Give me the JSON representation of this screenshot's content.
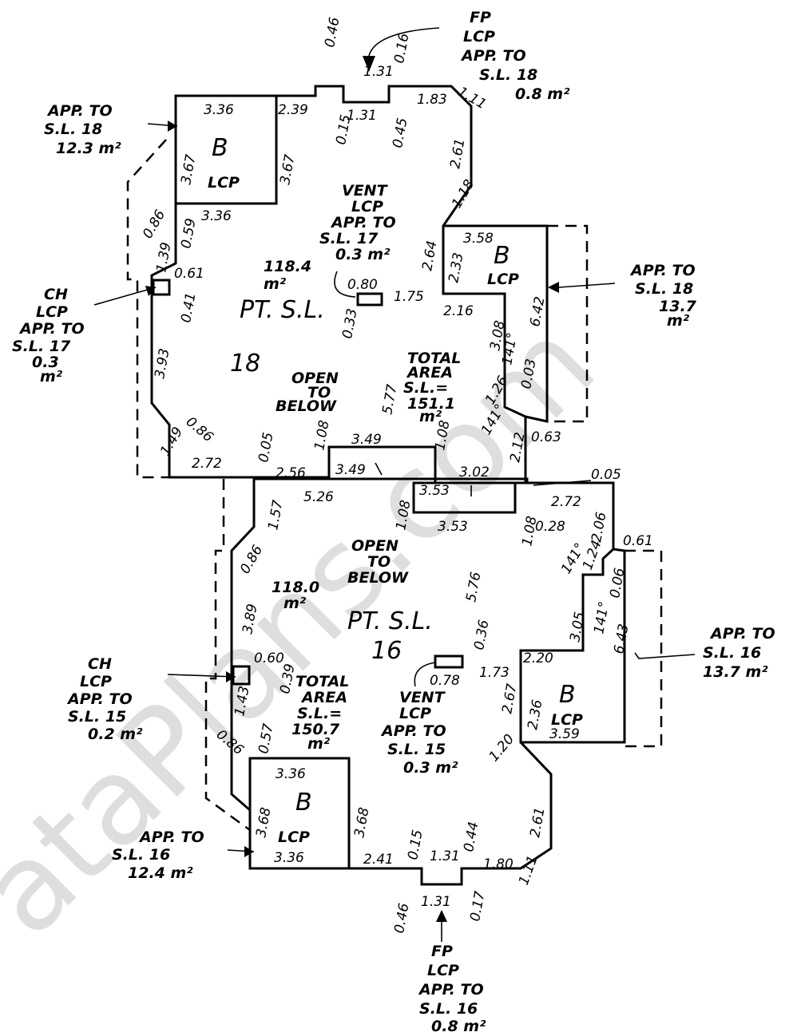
{
  "watermark": "ataPlans.com",
  "upper": {
    "level": "PT. S.L.",
    "lot": "18",
    "area_line1": "118.4",
    "area_line2": "m²",
    "total_line1": "TOTAL",
    "total_line2": "AREA",
    "total_line3": "S.L.=",
    "total_line4": "151.1",
    "total_line5": "m²",
    "open_line1": "OPEN",
    "open_line2": "TO",
    "open_line3": "BELOW",
    "cp_b": "B",
    "cp_lcp": "LCP",
    "ch_lcp": [
      "CH",
      "LCP",
      "APP. TO",
      "S.L. 17",
      "0.3",
      "m²"
    ],
    "fp_lcp": [
      "FP",
      "LCP",
      "APP. TO",
      "S.L. 18",
      "0.8 m²"
    ],
    "court_left": [
      "APP. TO",
      "S.L. 18",
      "12.3 m²"
    ],
    "court_right": [
      "APP. TO",
      "S.L. 18",
      "13.7",
      "m²"
    ],
    "vent": [
      "VENT",
      "LCP",
      "APP. TO",
      "S.L. 17",
      "0.3 m²"
    ]
  },
  "lower": {
    "level": "PT. S.L.",
    "lot": "16",
    "area_line1": "118.0",
    "area_line2": "m²",
    "total_line1": "TOTAL",
    "total_line2": "AREA",
    "total_line3": "S.L.=",
    "total_line4": "150.7",
    "total_line5": "m²",
    "open_line1": "OPEN",
    "open_line2": "TO",
    "open_line3": "BELOW",
    "cp_b": "B",
    "cp_lcp": "LCP",
    "ch_lcp": [
      "CH",
      "LCP",
      "APP. TO",
      "S.L. 15",
      "0.2 m²"
    ],
    "fp_lcp": [
      "FP",
      "LCP",
      "APP. TO",
      "S.L. 16",
      "0.8 m²"
    ],
    "court_left": [
      "APP. TO",
      "S.L. 16",
      "12.4 m²"
    ],
    "court_right": [
      "APP. TO",
      "S.L. 16",
      "13.7 m²"
    ],
    "vent": [
      "VENT",
      "LCP",
      "APP. TO",
      "S.L. 15",
      "0.3 m²"
    ]
  },
  "dims_upper": {
    "d336a": "3.36",
    "d367a": "3.67",
    "d367b": "3.67",
    "d336b": "3.36",
    "d239": "2.39",
    "d131a": "1.31",
    "d131b": "1.31",
    "d046": "0.46",
    "d016": "0.16",
    "d015": "0.15",
    "d045": "0.45",
    "d183": "1.83",
    "d111": "1.11",
    "d261": "2.61",
    "d118": "1.18",
    "d264": "2.64",
    "d358": "3.58",
    "d233": "2.33",
    "d216": "2.16",
    "d308": "3.08",
    "d642": "6.42",
    "d141a": "141°",
    "d003": "0.03",
    "d126": "1.26",
    "d141b": "141°",
    "d212": "2.12",
    "d063": "0.63",
    "d086a": "0.86",
    "d059": "0.59",
    "d139": "1.39",
    "d061": "0.61",
    "d041": "0.41",
    "d393": "3.93",
    "d086b": "0.86",
    "d149": "1.49",
    "d272": "2.72",
    "d005": "0.05",
    "d256": "2.56",
    "d108a": "1.08",
    "d349a": "3.49",
    "d349b": "3.49",
    "d108b": "1.08",
    "d302": "3.02",
    "d080": "0.80",
    "d175": "1.75",
    "d033": "0.33",
    "d577": "5.77"
  },
  "dims_lower": {
    "d005": "0.05",
    "d526": "5.26",
    "d157": "1.57",
    "d353a": "3.53",
    "d108a": "1.08",
    "d353b": "3.53",
    "d272": "2.72",
    "d108b": "1.08",
    "d028": "0.28",
    "d206": "2.06",
    "d061a": "0.61",
    "d141a": "141°",
    "d124": "1.24",
    "d006": "0.06",
    "d305": "3.05",
    "d141b": "141°",
    "d643": "6.43",
    "d086a": "0.86",
    "d389": "3.89",
    "d576": "5.76",
    "d036": "0.36",
    "d078": "0.78",
    "d173": "1.73",
    "d220": "2.20",
    "d236": "2.36",
    "d267": "2.67",
    "d359": "3.59",
    "d060": "0.60",
    "d039": "0.39",
    "d143": "1.43",
    "d057": "0.57",
    "d086b": "0.86",
    "d336a": "3.36",
    "d368a": "3.68",
    "d368b": "3.68",
    "d336b": "3.36",
    "d120": "1.20",
    "d261": "2.61",
    "d241": "2.41",
    "d015": "0.15",
    "d131a": "1.31",
    "d044": "0.44",
    "d180": "1.80",
    "d111": "1.11",
    "d046": "0.46",
    "d131b": "1.31",
    "d017": "0.17"
  }
}
